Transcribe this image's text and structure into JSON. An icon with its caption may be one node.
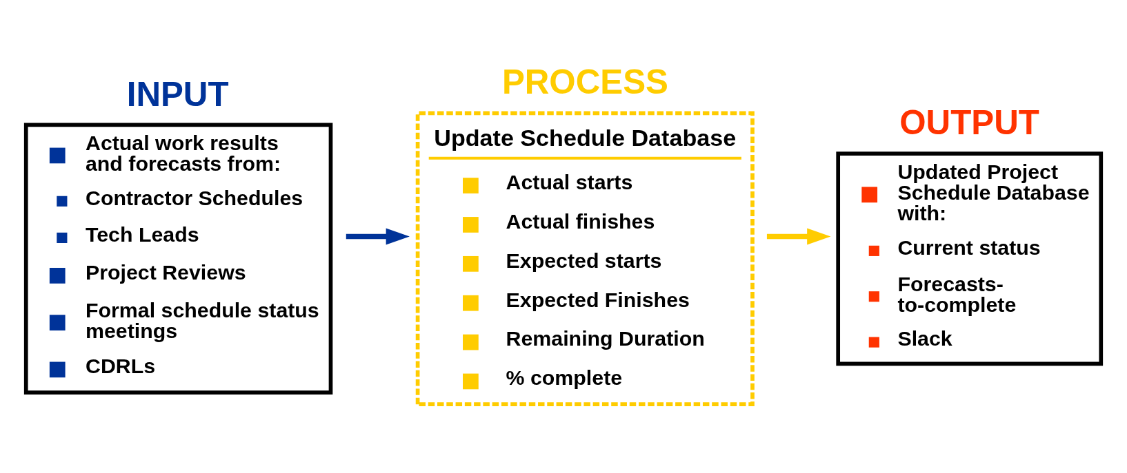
{
  "diagram": {
    "nodes": [
      {
        "text": [
          "INPUT",
          "Actual work results and forecasts from:",
          "Contractor Schedules",
          "Tech Leads",
          "Project Reviews",
          "Formal schedule status meetings",
          "CDRLs"
        ]
      },
      {
        "text": [
          "PROCESS",
          "Update Schedule Database",
          "Actual starts",
          "Actual finishes",
          "Expected starts",
          "Expected Finishes",
          "Remaining Duration",
          "% complete"
        ]
      },
      {
        "text": [
          "OUTPUT",
          "Updated Project Schedule Database with:",
          "Current status",
          "Forecasts- to-complete",
          "Slack"
        ]
      }
    ],
    "edges": [
      {
        "from": 0,
        "to": 1,
        "arrow": "to",
        "color": "#003399"
      },
      {
        "from": 1,
        "to": 2,
        "arrow": "to",
        "color": "#ffcc00"
      }
    ]
  }
}
